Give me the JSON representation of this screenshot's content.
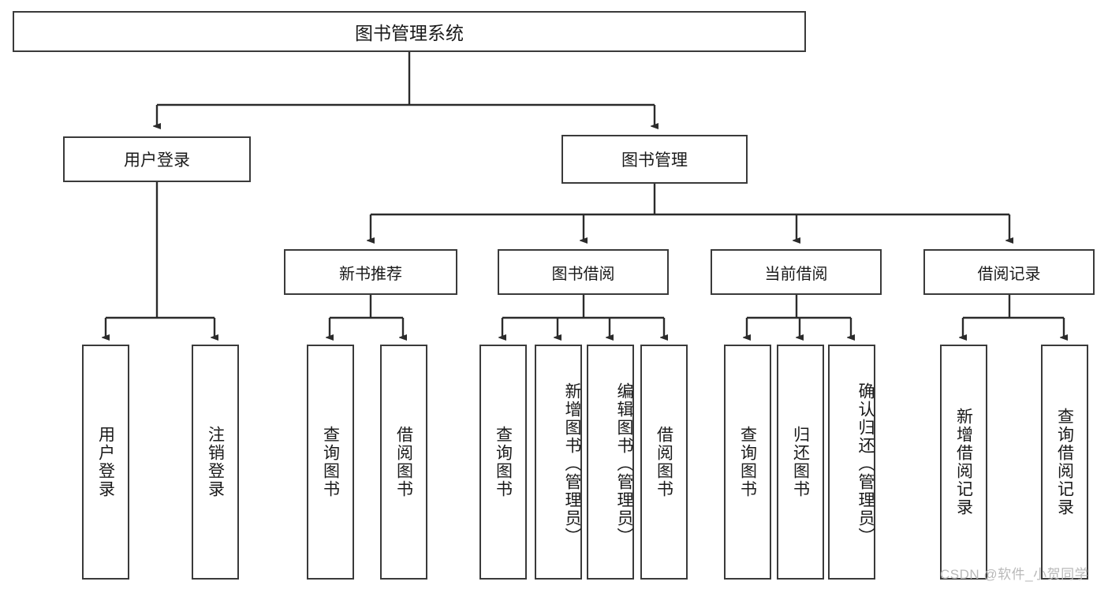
{
  "diagram": {
    "title": "图书管理系统",
    "root": {
      "label": "图书管理系统"
    },
    "level1": [
      {
        "label": "用户登录"
      },
      {
        "label": "图书管理"
      }
    ],
    "level2": [
      {
        "label": "新书推荐"
      },
      {
        "label": "图书借阅"
      },
      {
        "label": "当前借阅"
      },
      {
        "label": "借阅记录"
      }
    ],
    "leaves": {
      "user_login": [
        {
          "label": "用户登录"
        },
        {
          "label": "注销登录"
        }
      ],
      "new_book_recommend": [
        {
          "label": "查询图书"
        },
        {
          "label": "借阅图书"
        }
      ],
      "book_borrow": [
        {
          "label": "查询图书"
        },
        {
          "label": "新增图书（管理员）"
        },
        {
          "label": "编辑图书（管理员）"
        },
        {
          "label": "借阅图书"
        }
      ],
      "current_borrow": [
        {
          "label": "查询图书"
        },
        {
          "label": "归还图书"
        },
        {
          "label": "确认归还（管理员）"
        }
      ],
      "borrow_record": [
        {
          "label": "新增借阅记录"
        },
        {
          "label": "查询借阅记录"
        }
      ]
    }
  },
  "watermark": {
    "text": "CSDN @软件_小贺同学"
  },
  "colors": {
    "border": "#3a3a3a",
    "background": "#ffffff",
    "text": "#1a1a1a",
    "watermark": "#b9b9b9"
  }
}
